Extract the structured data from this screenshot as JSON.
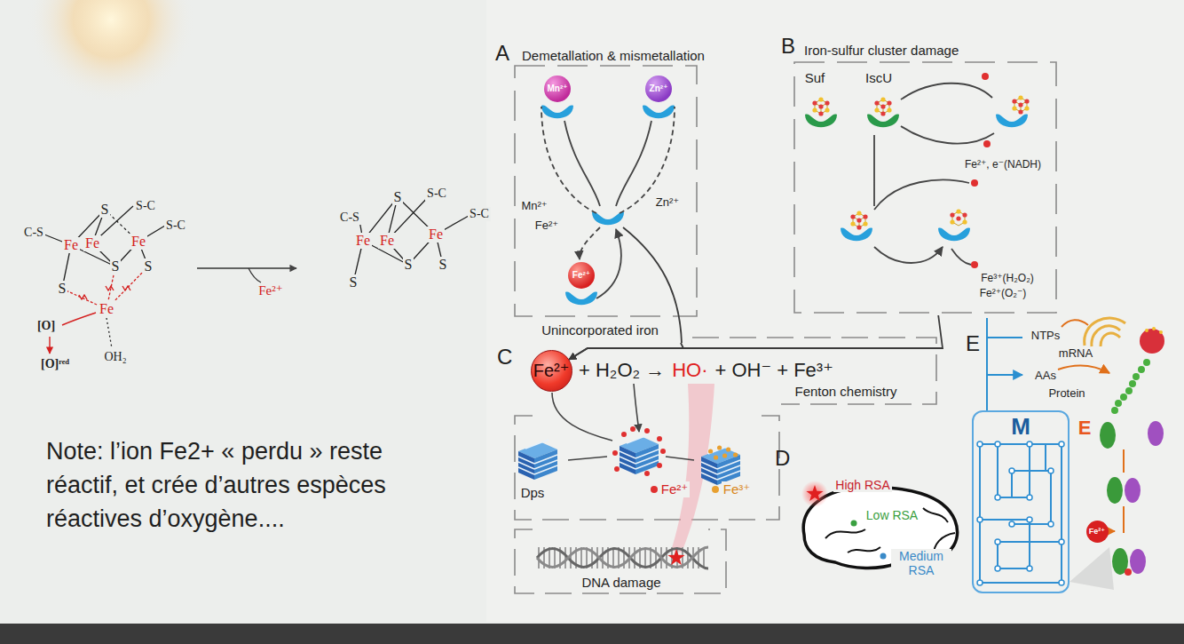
{
  "diagram": {
    "nodes": [
      {
        "text": [
          "A",
          "Demetallation & mismetallation"
        ]
      },
      {
        "text": [
          "Mn²⁺"
        ],
        "in": 0
      },
      {
        "text": [
          "Zn²⁺"
        ],
        "in": 0
      },
      {
        "text": [
          "Fe²⁺"
        ],
        "in": 0
      },
      {
        "text": [
          "B",
          "Iron-sulfur cluster damage"
        ]
      },
      {
        "text": [
          "C"
        ]
      },
      {
        "text": [
          "Fe²⁺"
        ],
        "in": 5
      },
      {
        "text": [
          "D"
        ]
      },
      {
        "text": [
          "E"
        ]
      },
      {
        "text": [
          "M"
        ],
        "in": 8
      },
      {
        "text": [
          "Fe²⁺"
        ],
        "in": 8
      }
    ],
    "edges": [
      {
        "from": 0,
        "to": 6,
        "arrow": "to"
      },
      {
        "from": 4,
        "to": 6,
        "arrow": "to"
      }
    ],
    "labels": [
      "C-S",
      "S",
      "S-C",
      "S-C",
      "Fe",
      "Fe",
      "Fe",
      "S",
      "S",
      "S",
      "Fe",
      "[O]",
      "[O]ʳᵉᵈ",
      "OH₂",
      "Fe²⁺",
      "C-S",
      "S",
      "S-C",
      "S-C",
      "Fe",
      "Fe",
      "Fe",
      "S",
      "S",
      "S",
      "Note: l’ion Fe2+ « perdu » reste réactif, et crée d’autres espèces réactives d’oxygène....",
      "Mn²⁺",
      "Zn²⁺",
      "Fe²⁺",
      "Unincorporated iron",
      "Suf",
      "IscU",
      "Fe²⁺, e⁻(NADH)",
      "Fe³⁺(H₂O₂)",
      "Fe²⁺(O₂⁻)",
      "+ H₂O₂ →",
      "HO·",
      "+ OH⁻ + Fe³⁺",
      "Fenton chemistry",
      "Dps",
      "Fe²⁺",
      "Fe³⁺",
      "DNA damage",
      "High RSA",
      "Low RSA",
      "Medium RSA",
      "NTPs",
      "mRNA",
      "AAs",
      "Protein",
      "E"
    ]
  }
}
